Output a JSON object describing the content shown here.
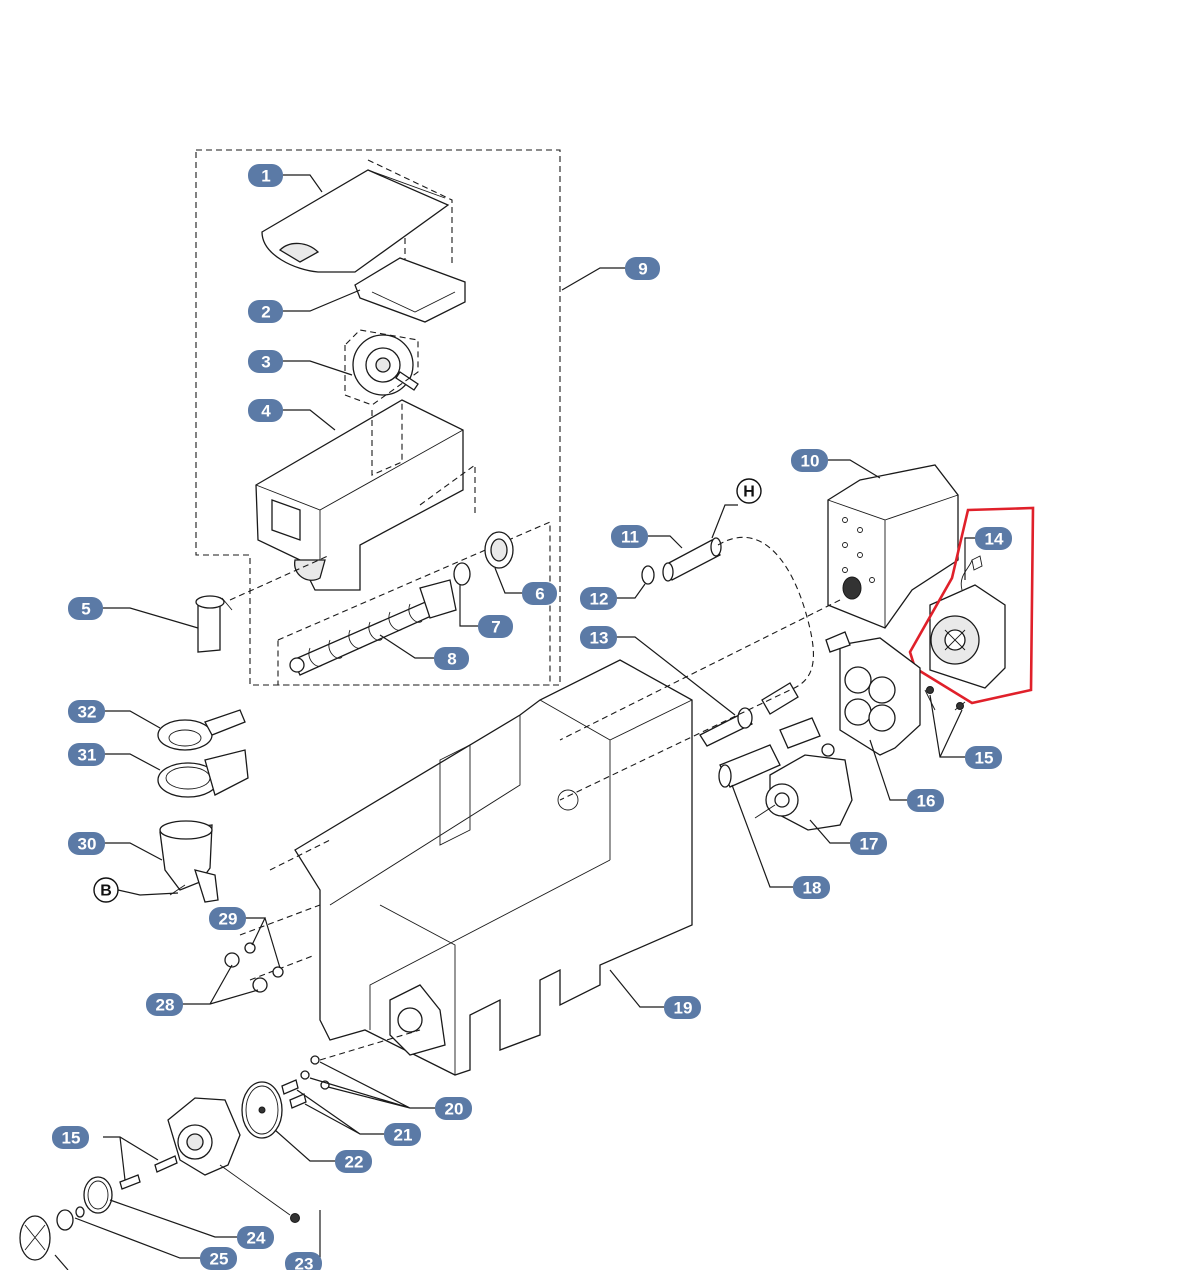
{
  "diagram": {
    "part_numbers": [
      "1",
      "2",
      "3",
      "4",
      "5",
      "6",
      "7",
      "8",
      "9",
      "10",
      "11",
      "12",
      "13",
      "14",
      "15",
      "16",
      "17",
      "18",
      "19",
      "20",
      "21",
      "22",
      "23",
      "24",
      "25",
      "28",
      "29",
      "30",
      "31",
      "32"
    ],
    "letter_labels": [
      "H",
      "B"
    ],
    "highlighted_part": "14",
    "highlight_color": "#e0202a",
    "badge_color": "#5b7aa6"
  }
}
